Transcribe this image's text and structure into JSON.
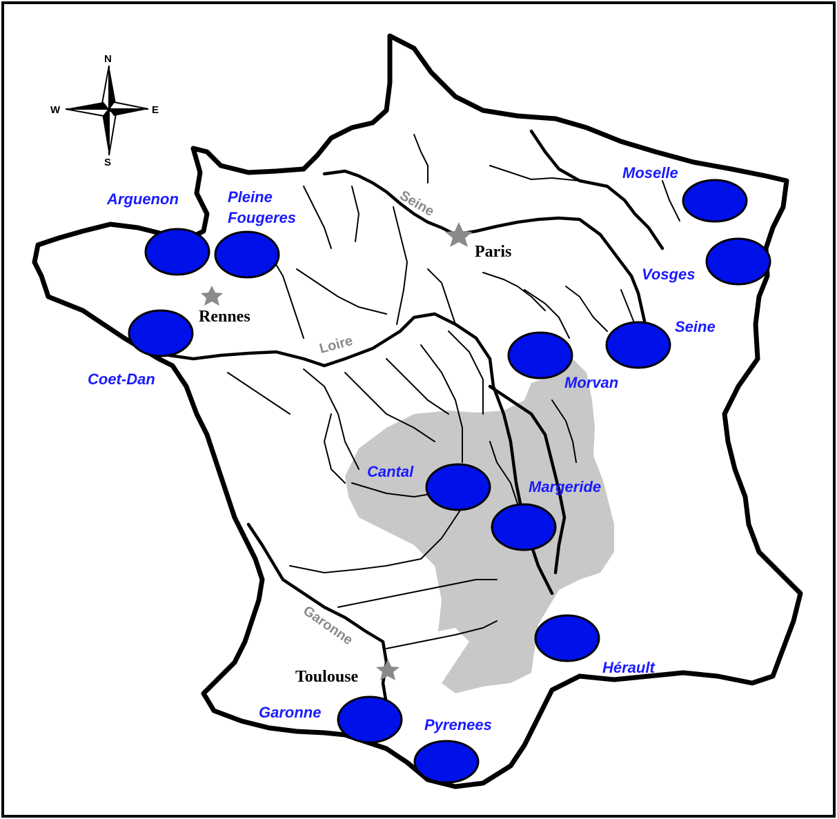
{
  "compass": {
    "n": "N",
    "s": "S",
    "e": "E",
    "w": "W"
  },
  "cities": {
    "paris": "Paris",
    "rennes": "Rennes",
    "toulouse": "Toulouse"
  },
  "rivers": {
    "seine": "Seine",
    "loire": "Loire",
    "garonne": "Garonne"
  },
  "sites": {
    "arguenon": "Arguenon",
    "pleine_fougeres_1": "Pleine",
    "pleine_fougeres_2": "Fougeres",
    "coet_dan": "Coet-Dan",
    "moselle": "Moselle",
    "vosges": "Vosges",
    "seine": "Seine",
    "morvan": "Morvan",
    "cantal": "Cantal",
    "margeride": "Margeride",
    "herault": "Hérault",
    "garonne": "Garonne",
    "pyrenees": "Pyrenees"
  },
  "colors": {
    "site_fill": "#0010e8",
    "site_label": "#1a1aff",
    "massif": "#c8c8c8",
    "marker": "#8a8a8a"
  }
}
